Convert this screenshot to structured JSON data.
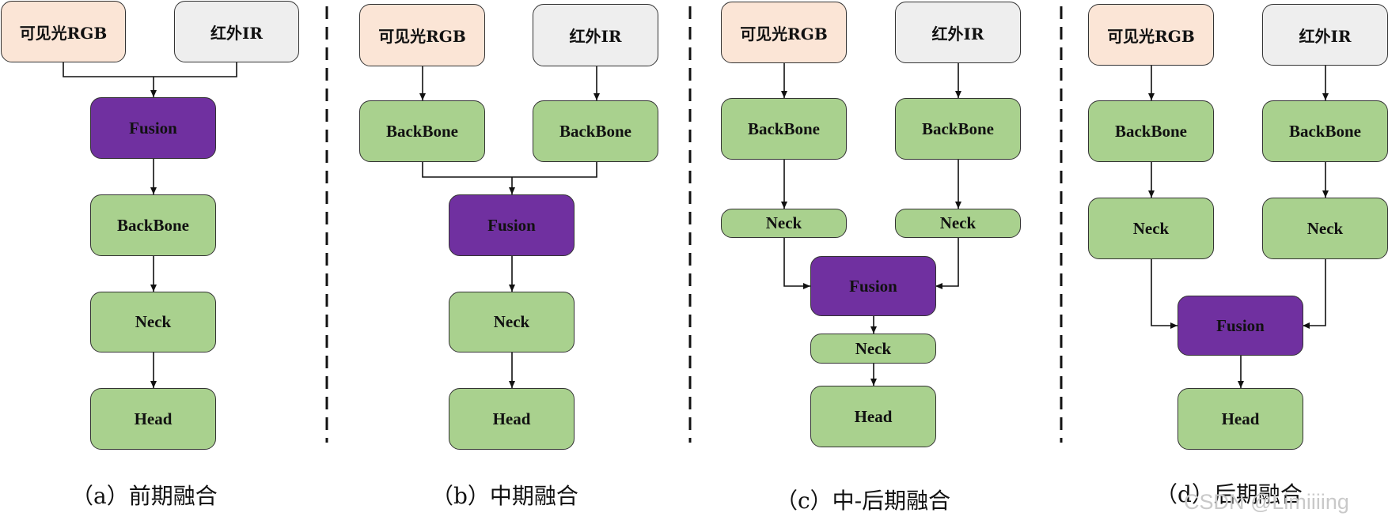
{
  "colors": {
    "rgb_fill": "#fbe5d6",
    "ir_fill": "#eeeeee",
    "block_fill": "#a9d18e",
    "fusion_fill": "#7030a0",
    "line": "#111111"
  },
  "labels": {
    "rgb": "可见光RGB",
    "ir": "红外IR",
    "backbone": "BackBone",
    "neck": "Neck",
    "head": "Head",
    "fusion": "Fusion"
  },
  "captions": {
    "a": "（a）前期融合",
    "b": "（b）中期融合",
    "c": "（c）中-后期融合",
    "d": "（d）后期融合"
  },
  "watermark": "CSDN @Limiiiing"
}
